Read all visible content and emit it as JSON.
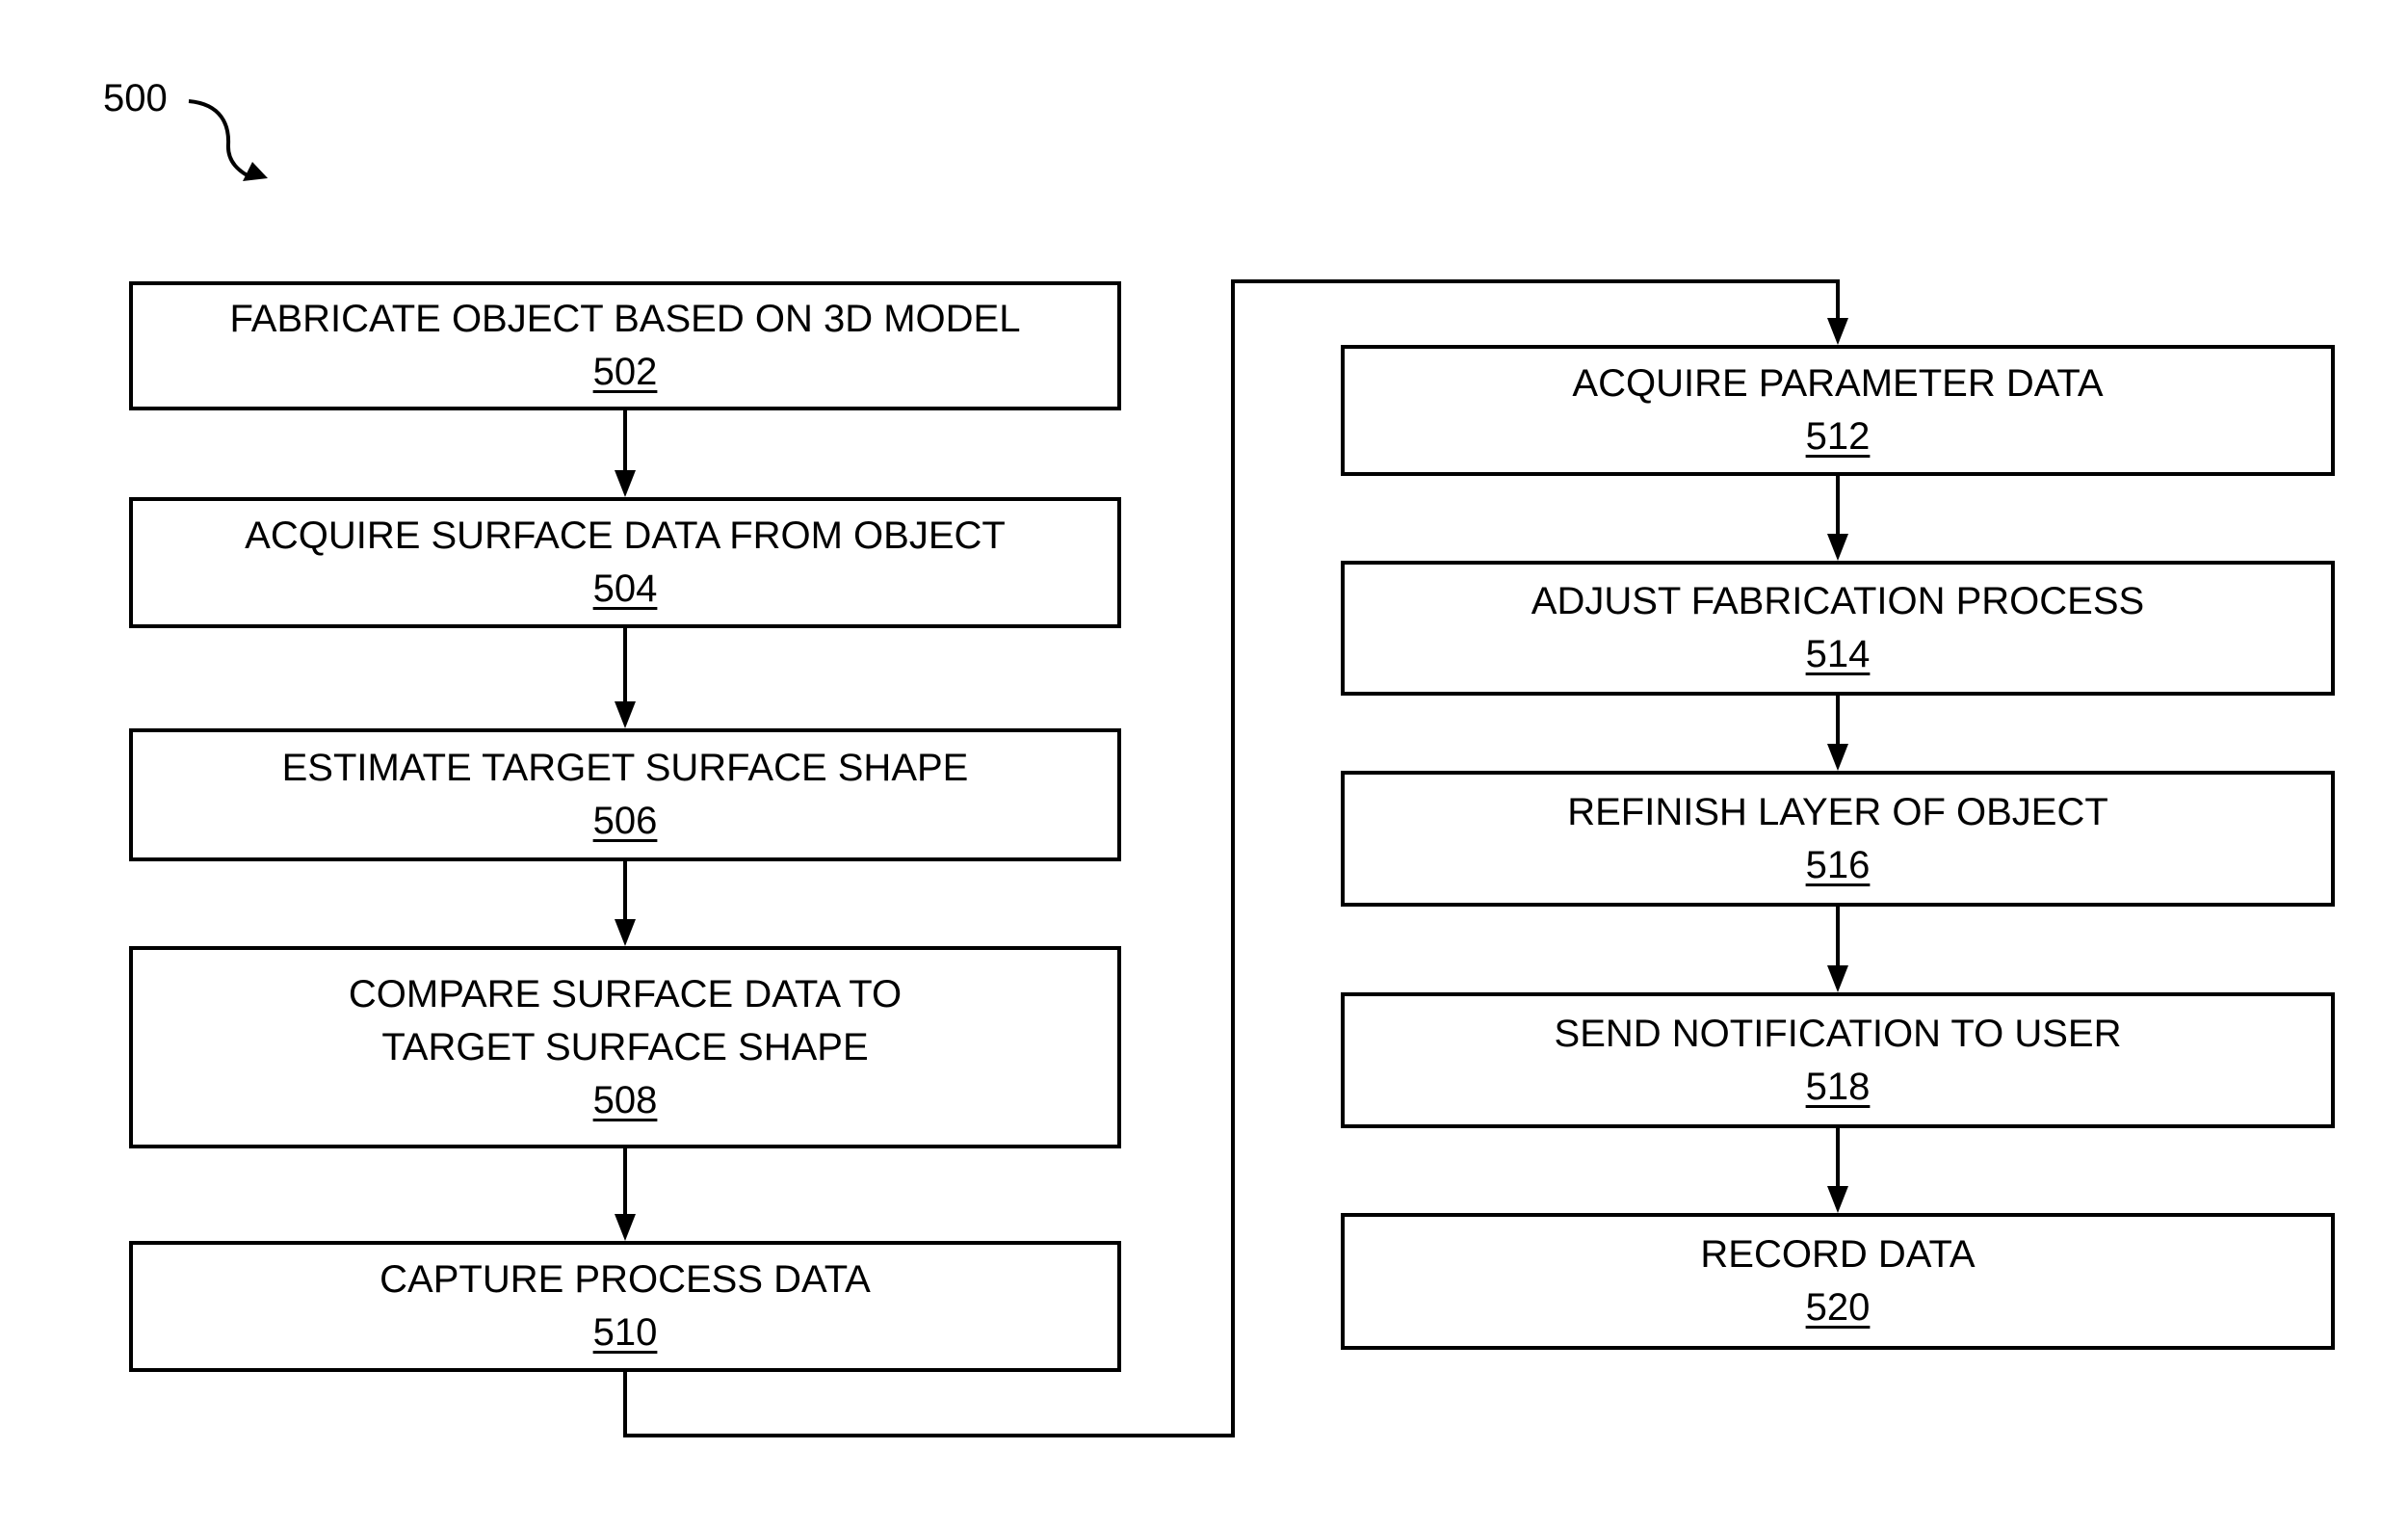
{
  "figure": {
    "label": "500"
  },
  "steps": [
    {
      "id": "502",
      "lines": [
        "FABRICATE OBJECT BASED ON 3D MODEL"
      ]
    },
    {
      "id": "504",
      "lines": [
        "ACQUIRE SURFACE DATA FROM OBJECT"
      ]
    },
    {
      "id": "506",
      "lines": [
        "ESTIMATE TARGET SURFACE SHAPE"
      ]
    },
    {
      "id": "508",
      "lines": [
        "COMPARE SURFACE DATA TO",
        "TARGET SURFACE SHAPE"
      ]
    },
    {
      "id": "510",
      "lines": [
        "CAPTURE PROCESS DATA"
      ]
    },
    {
      "id": "512",
      "lines": [
        "ACQUIRE PARAMETER DATA"
      ]
    },
    {
      "id": "514",
      "lines": [
        "ADJUST FABRICATION PROCESS"
      ]
    },
    {
      "id": "516",
      "lines": [
        "REFINISH LAYER OF OBJECT"
      ]
    },
    {
      "id": "518",
      "lines": [
        "SEND NOTIFICATION TO USER"
      ]
    },
    {
      "id": "520",
      "lines": [
        "RECORD DATA"
      ]
    }
  ],
  "flow": [
    "502",
    "504",
    "506",
    "508",
    "510",
    "512",
    "514",
    "516",
    "518",
    "520"
  ]
}
